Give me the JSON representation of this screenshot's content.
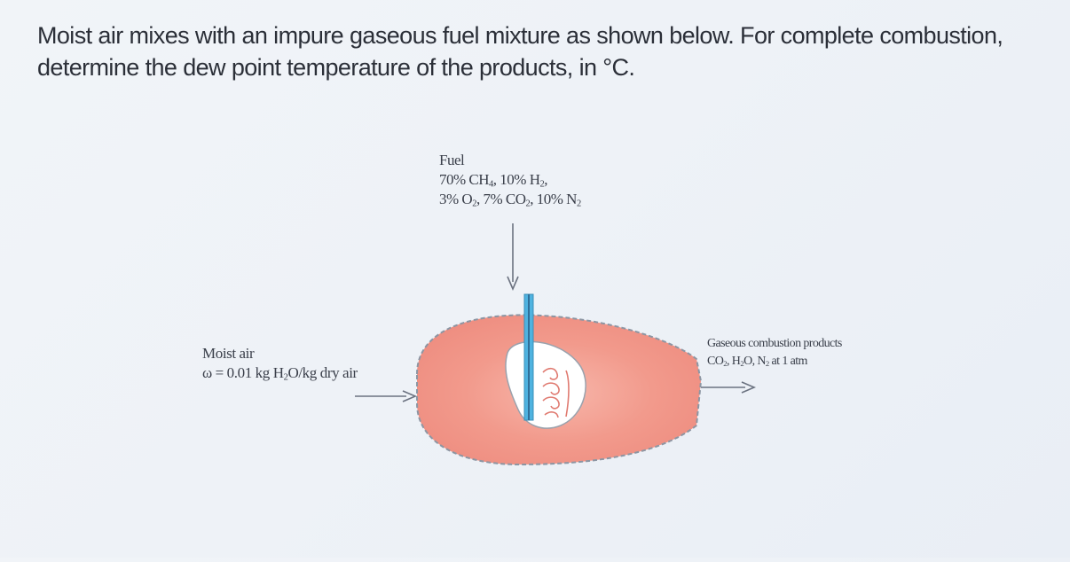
{
  "problem": {
    "line1": "Moist air mixes with an impure gaseous fuel mixture as shown below. For complete combustion,",
    "line2": "determine the dew point temperature of the products, in °C."
  },
  "figure": {
    "fuel": {
      "title": "Fuel",
      "line1_parts": [
        "70% CH",
        "4",
        ", 10% H",
        "2",
        ","
      ],
      "line2_parts": [
        "3% O",
        "2",
        ", 7% CO",
        "2",
        ", 10% N",
        "2"
      ]
    },
    "moist_air": {
      "title": "Moist air",
      "line_parts": [
        "ω = 0.01 kg H",
        "2",
        "O/kg dry air"
      ]
    },
    "products": {
      "title": "Gaseous combustion products",
      "line_parts": [
        "CO",
        "2",
        ", H",
        "2",
        "O, N",
        "2",
        " at 1 atm"
      ]
    },
    "colors": {
      "chamber_fill": "#f29a8c",
      "chamber_edge": "#8d96a3",
      "fuel_tube": "#4fb3e0",
      "arrow": "#6b7280"
    }
  }
}
